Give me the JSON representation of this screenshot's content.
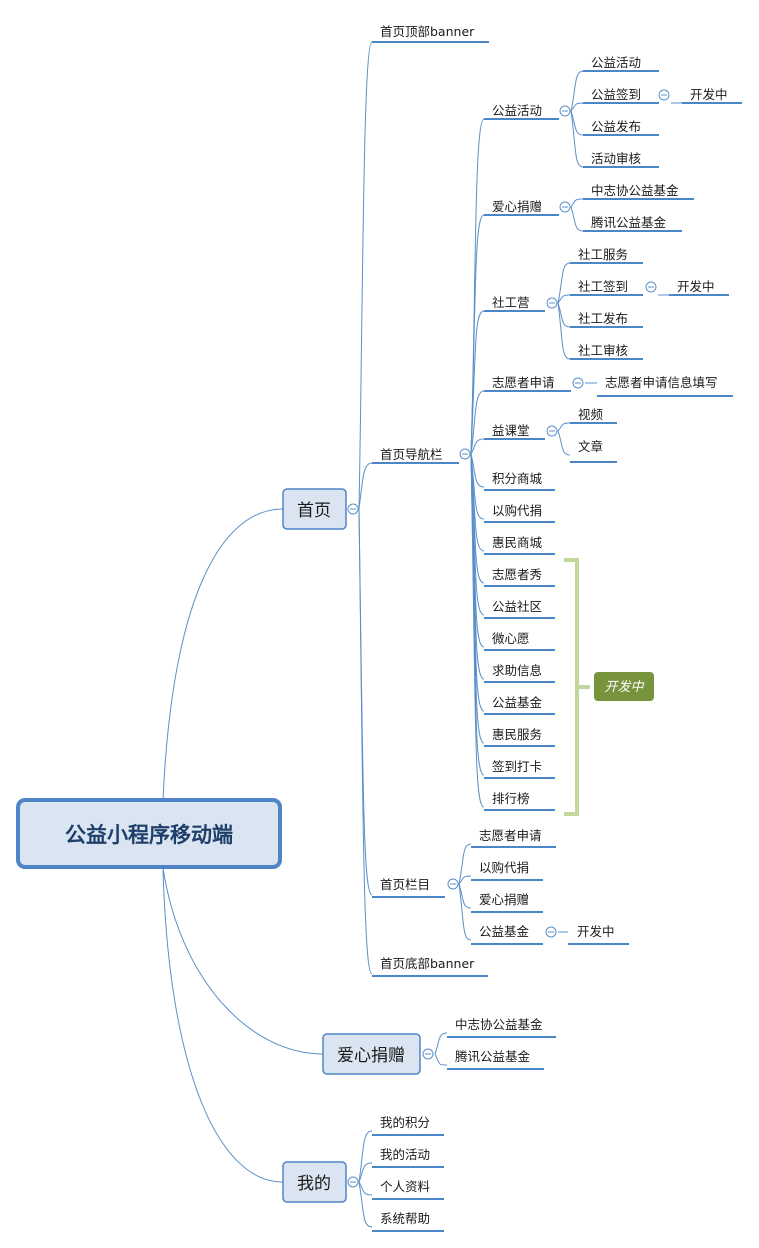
{
  "root": {
    "label": "公益小程序移动端"
  },
  "branches": {
    "home": {
      "label": "首页",
      "banner_top": "首页顶部banner",
      "nav": {
        "label": "首页导航栏",
        "charity_activity": {
          "label": "公益活动",
          "items": [
            "公益活动",
            "公益签到",
            "公益发布",
            "活动审核"
          ],
          "signin_status": "开发中"
        },
        "donation": {
          "label": "爱心捐赠",
          "items": [
            "中志协公益基金",
            "腾讯公益基金"
          ]
        },
        "social_camp": {
          "label": "社工营",
          "items": [
            "社工服务",
            "社工签到",
            "社工发布",
            "社工审核"
          ],
          "signin_status": "开发中"
        },
        "volunteer_apply": {
          "label": "志愿者申请",
          "child": "志愿者申请信息填写"
        },
        "classroom": {
          "label": "益课堂",
          "items": [
            "视频",
            "文章"
          ]
        },
        "simple_items": [
          "积分商城",
          "以购代捐",
          "惠民商城"
        ],
        "dev_items": [
          "志愿者秀",
          "公益社区",
          "微心愿",
          "求助信息",
          "公益基金",
          "惠民服务",
          "签到打卡",
          "排行榜"
        ],
        "dev_tag": "开发中"
      },
      "columns": {
        "label": "首页栏目",
        "items": [
          "志愿者申请",
          "以购代捐",
          "爱心捐赠",
          "公益基金"
        ],
        "fund_status": "开发中"
      },
      "banner_bottom": "首页底部banner"
    },
    "donation": {
      "label": "爱心捐赠",
      "items": [
        "中志协公益基金",
        "腾讯公益基金"
      ]
    },
    "mine": {
      "label": "我的",
      "items": [
        "我的积分",
        "我的活动",
        "个人资料",
        "系统帮助"
      ]
    }
  }
}
